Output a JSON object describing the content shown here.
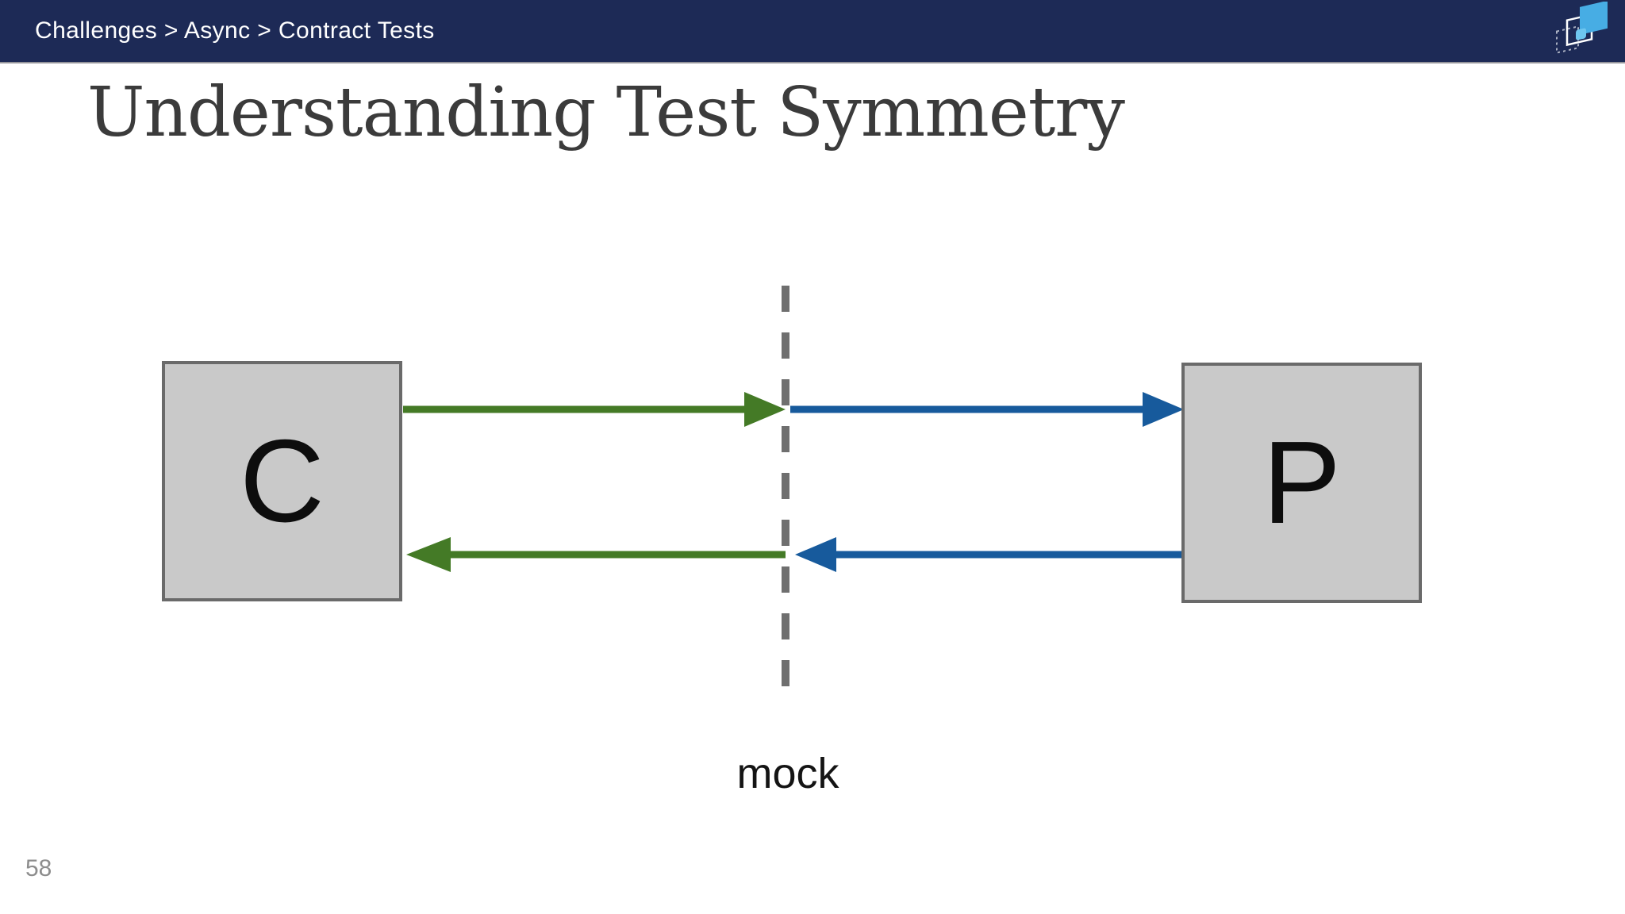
{
  "header": {
    "breadcrumb": "Challenges > Async > Contract Tests",
    "colors": {
      "background": "#1D2A56",
      "text": "#FFFFFF",
      "logo_blue": "#47ADE4",
      "logo_blue_light": "#6EC6EF"
    }
  },
  "slide": {
    "title": "Understanding Test Symmetry",
    "page_number": "58"
  },
  "diagram": {
    "consumer_label": "C",
    "provider_label": "P",
    "mock_label": "mock",
    "colors": {
      "consumer_arrow": "#447A26",
      "provider_arrow": "#175A9C",
      "box_fill": "#C9C9C9",
      "box_border": "#6A6A6A",
      "boundary_line": "#6F6F6F"
    }
  }
}
